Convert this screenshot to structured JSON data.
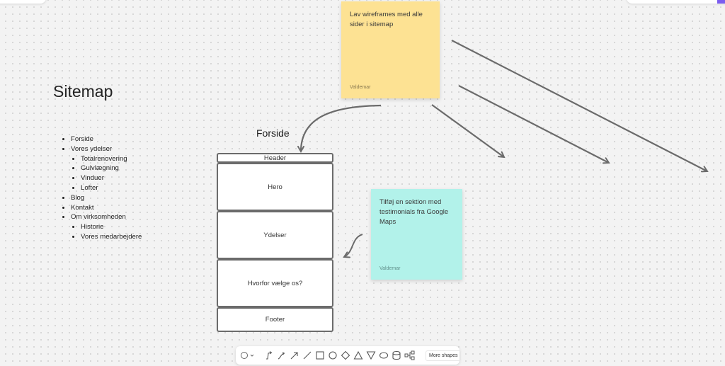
{
  "canvas": {
    "background": "#f3f3f3",
    "dot_color": "#cfcfcf"
  },
  "sitemap": {
    "title": "Sitemap",
    "items": [
      {
        "label": "Forside",
        "children": []
      },
      {
        "label": "Vores ydelser",
        "children": [
          "Totalrenovering",
          "Gulvlægning",
          "Vinduer",
          "Lofter"
        ]
      },
      {
        "label": "Blog",
        "children": []
      },
      {
        "label": "Kontakt",
        "children": []
      },
      {
        "label": "Om virksomheden",
        "children": [
          "Historie",
          "Vores medarbejdere"
        ]
      }
    ]
  },
  "stickies": [
    {
      "text": "Lav wireframes med alle sider i sitemap",
      "author": "Valdemar",
      "color": "#fde293"
    },
    {
      "text": "Tilføj en sektion med testimonials fra Google Maps",
      "author": "Valdemar",
      "color": "#b2f2ea"
    }
  ],
  "wireframe": {
    "title": "Forside",
    "sections": [
      "Header",
      "Hero",
      "Ydelser",
      "Hvorfor vælge os?",
      "Footer"
    ]
  },
  "toolbar": {
    "tools": [
      {
        "icon": "circle-dropdown-icon",
        "label": "Shape picker"
      },
      {
        "icon": "elbow-connector-icon",
        "label": "Elbow connector"
      },
      {
        "icon": "curved-arrow-icon",
        "label": "Curved arrow"
      },
      {
        "icon": "arrow-icon",
        "label": "Arrow"
      },
      {
        "icon": "line-icon",
        "label": "Line"
      },
      {
        "icon": "rectangle-icon",
        "label": "Rectangle"
      },
      {
        "icon": "circle-icon",
        "label": "Circle"
      },
      {
        "icon": "diamond-icon",
        "label": "Diamond"
      },
      {
        "icon": "triangle-icon",
        "label": "Triangle"
      },
      {
        "icon": "inverted-triangle-icon",
        "label": "Inverted triangle"
      },
      {
        "icon": "ellipse-icon",
        "label": "Ellipse"
      },
      {
        "icon": "cylinder-icon",
        "label": "Cylinder"
      },
      {
        "icon": "org-chart-icon",
        "label": "Org chart"
      }
    ],
    "more_label": "More shapes"
  },
  "colors": {
    "connector": "#6b6b6b",
    "accent": "#7b5cf0"
  }
}
